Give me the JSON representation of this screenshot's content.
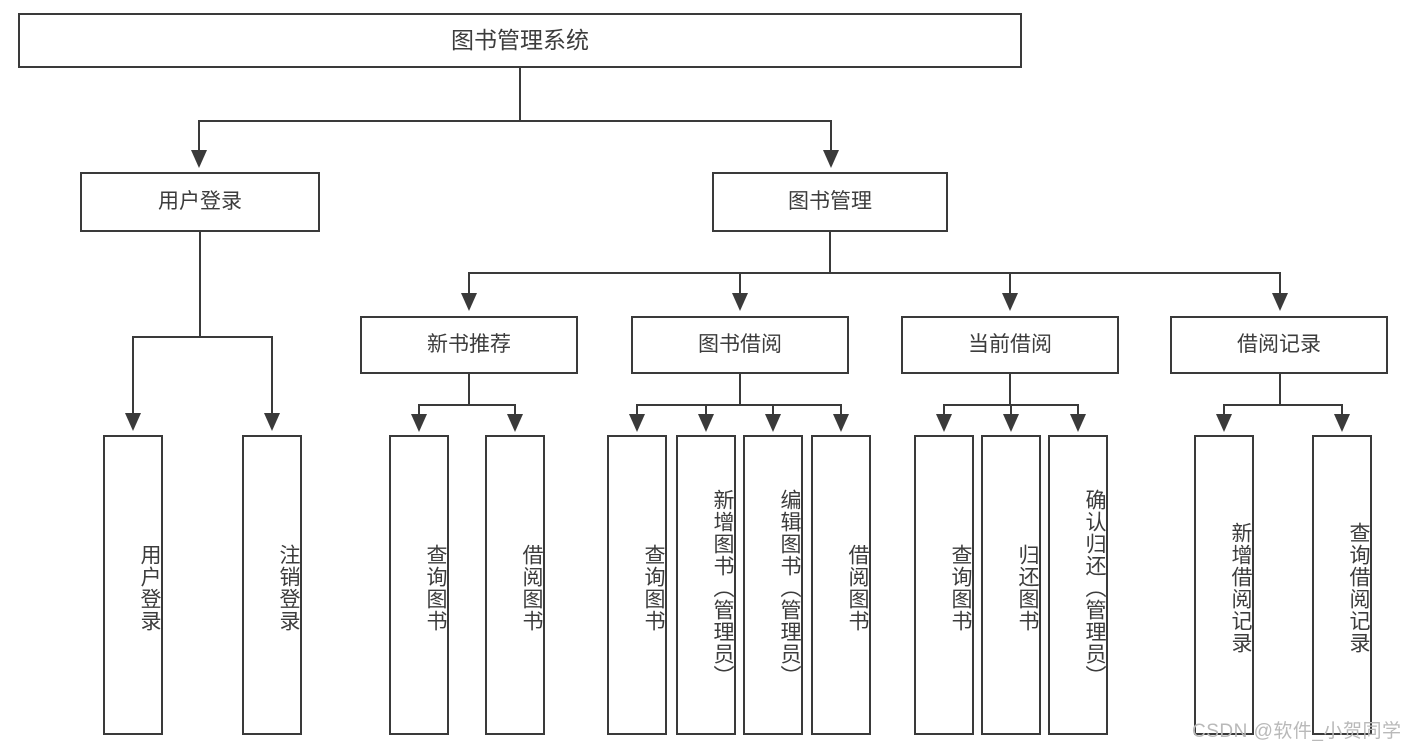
{
  "diagram": {
    "title": "图书管理系统",
    "type": "hierarchy-tree",
    "root": {
      "label": "图书管理系统"
    },
    "level2": [
      {
        "label": "用户登录"
      },
      {
        "label": "图书管理"
      }
    ],
    "level3": [
      {
        "label": "新书推荐"
      },
      {
        "label": "图书借阅"
      },
      {
        "label": "当前借阅"
      },
      {
        "label": "借阅记录"
      }
    ],
    "leaves": {
      "user_login": [
        {
          "label": "用户登录"
        },
        {
          "label": "注销登录"
        }
      ],
      "new_book": [
        {
          "label": "查询图书"
        },
        {
          "label": "借阅图书"
        }
      ],
      "book_borrow": [
        {
          "label": "查询图书"
        },
        {
          "label": "新增图书（管理员）"
        },
        {
          "label": "编辑图书（管理员）"
        },
        {
          "label": "借阅图书"
        }
      ],
      "current_borrow": [
        {
          "label": "查询图书"
        },
        {
          "label": "归还图书"
        },
        {
          "label": "确认归还（管理员）"
        }
      ],
      "borrow_record": [
        {
          "label": "新增借阅记录"
        },
        {
          "label": "查询借阅记录"
        }
      ]
    }
  },
  "watermark": {
    "text": "CSDN @软件_小贺同学"
  },
  "colors": {
    "stroke": "#3a3a3a",
    "text": "#3c3c3c",
    "background": "#ffffff",
    "watermark": "#b9b9b9"
  }
}
